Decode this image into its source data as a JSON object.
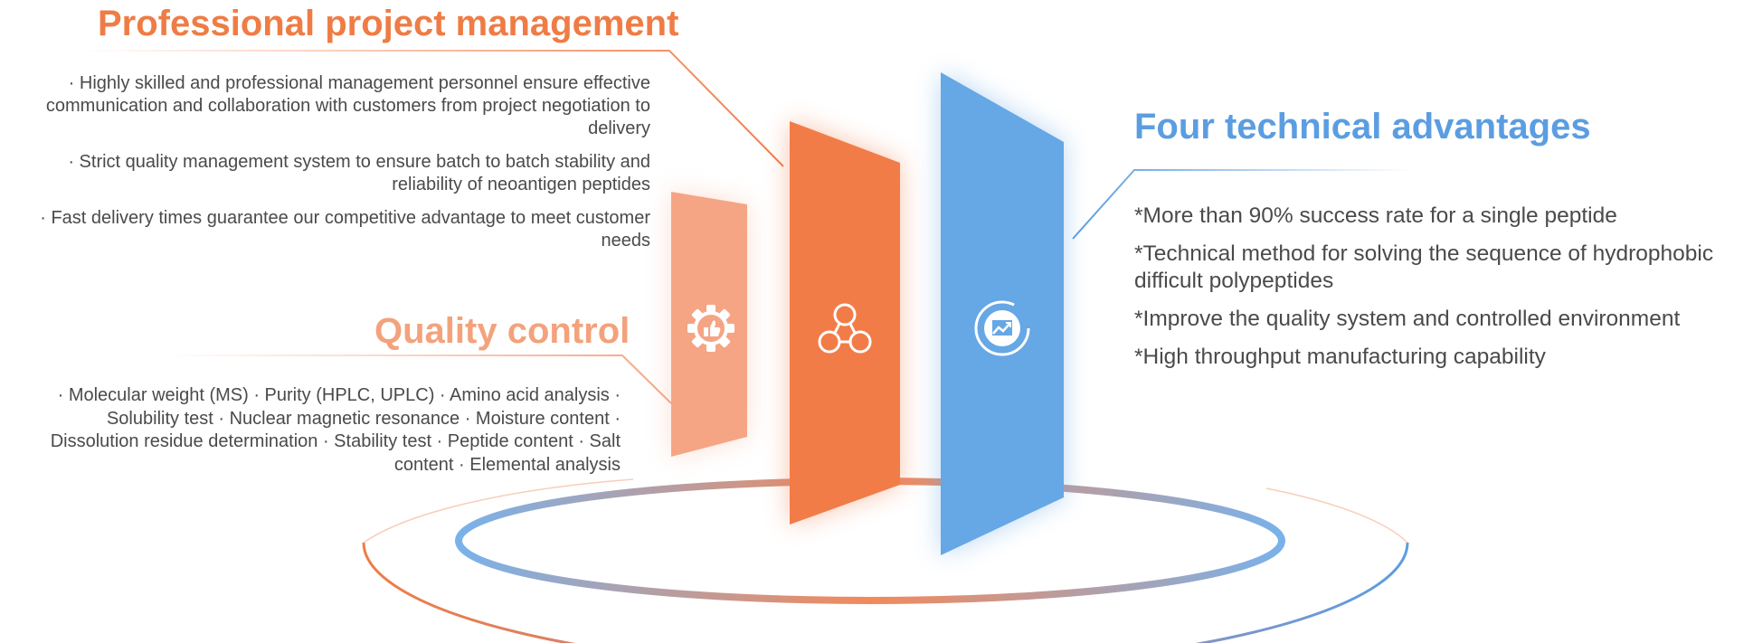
{
  "project_management": {
    "title": "Professional project management",
    "bullets": [
      "· Highly skilled and professional management personnel ensure effective communication and collaboration with customers from project negotiation to delivery",
      "· Strict quality management system to ensure batch to batch stability and reliability of neoantigen peptides",
      "· Fast delivery times guarantee our competitive advantage to meet customer needs"
    ]
  },
  "quality_control": {
    "title": "Quality control",
    "text": "· Molecular weight (MS)    · Purity (HPLC, UPLC)    · Amino acid analysis    · Solubility test    · Nuclear magnetic resonance    · Moisture content    · Dissolution residue determination    · Stability test    · Peptide content    · Salt content    · Elemental analysis"
  },
  "technical_advantages": {
    "title": "Four technical advantages",
    "items": [
      "*More than 90% success rate for a single peptide",
      "*Technical method for solving the sequence of hydrophobic difficult polypeptides",
      "*Improve the quality system and controlled environment",
      "*High throughput manufacturing capability"
    ]
  },
  "panels": {
    "icons": [
      "gear-thumb-icon",
      "network-nodes-icon",
      "growth-chart-icon"
    ]
  },
  "colors": {
    "orange": "#f27c48",
    "light_orange": "#f5a584",
    "blue": "#66a7e6",
    "title_orange": "#ef7c45",
    "title_blue": "#5b9de1"
  }
}
